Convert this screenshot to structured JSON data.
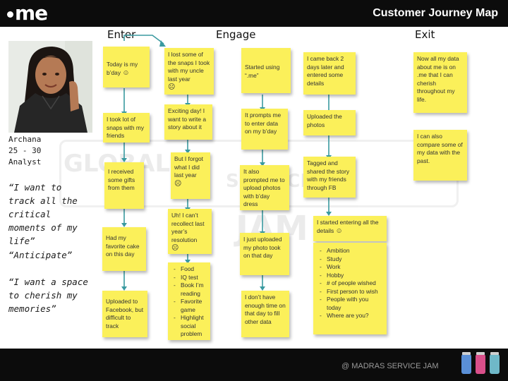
{
  "header": {
    "logo_text": "me",
    "title": "Customer Journey Map"
  },
  "phases": {
    "enter": "Enter",
    "engage": "Engage",
    "exit": "Exit"
  },
  "persona": {
    "name": "Archana",
    "age": "25 - 30",
    "role": "Analyst",
    "quote1": "“I want to track all the critical moments of my life”",
    "quote2": "“Anticipate”",
    "quote3": "“I want a space to cherish my memories”"
  },
  "watermark": {
    "line1": "GLOBAL",
    "line2": "SERVICE",
    "line3": "JAM"
  },
  "col1": {
    "n1": "Today is my b’day",
    "n2": "I took lot of snaps with my friends",
    "n3": "I received some gifts from them",
    "n4": "Had my favorite cake on this day",
    "n5": "Uploaded to Facebook, but difficult to track"
  },
  "col2": {
    "n1": "I lost some of the snaps I took with my uncle last year",
    "n2": "Exciting day! I want to write a story about it",
    "n3": "But I forgot what I did last year",
    "n4": "Uh! I can’t recollect last year’s resolution",
    "n5_items": [
      "Food",
      "IQ test",
      "Book I’m reading",
      "Favorite game",
      "Highlight social problem"
    ]
  },
  "col3": {
    "n1": "Started using “.me”",
    "n2": "It prompts me to enter data on my b’day",
    "n3": "It also prompted me to upload photos with b’day dress",
    "n4": "I just uploaded my photo took on that day",
    "n5": "I don’t have enough time on that day to fill other data"
  },
  "col4": {
    "n1": "I came back 2 days later and entered some details",
    "n2": "Uploaded the photos",
    "n3": "Tagged and shared the story with my friends through FB",
    "n4_head": "I started entering all the details",
    "n4_items": [
      "Ambition",
      "Study",
      "Work",
      "Hobby",
      "# of people wished",
      "First person to wish",
      "People with you today",
      "Where are you?"
    ]
  },
  "col5": {
    "n1": "Now all my data about me is on .me that I can cherish throughout my life.",
    "n2": "I can also compare some of my data with the past."
  },
  "footer": {
    "credit": "@ MADRAS SERVICE JAM"
  },
  "colors": {
    "note": "#fbf05a",
    "bar": "#0c0c0c",
    "arrow": "#3a9aa0"
  }
}
